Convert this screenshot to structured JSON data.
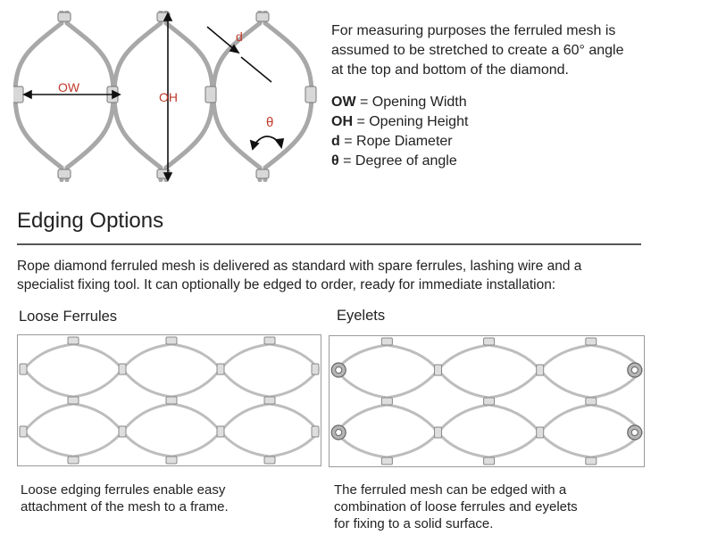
{
  "diagram": {
    "ow_label": "OW",
    "oh_label": "OH",
    "d_label": "d",
    "theta_label": "θ",
    "rope_color": "#9a9a9a",
    "arrow_color": "#111111",
    "label_color": "#c0392b"
  },
  "intro": {
    "lines": [
      "For measuring purposes the ferruled mesh is",
      "assumed to be stretched to create a 60° angle",
      "at the top and bottom of the diamond."
    ]
  },
  "legend": [
    {
      "term": "OW",
      "definition": " = Opening Width"
    },
    {
      "term": "OH",
      "definition": " = Opening Height"
    },
    {
      "term": "d",
      "definition": " = Rope Diameter"
    },
    {
      "term": "θ",
      "definition": " = Degree of angle"
    }
  ],
  "section": {
    "title": "Edging Options",
    "description_lines": [
      "Rope diamond ferruled mesh is delivered as standard with spare ferrules, lashing wire and a",
      "specialist fixing tool. It can optionally be edged to order, ready for immediate installation:"
    ]
  },
  "options": [
    {
      "title": "Loose Ferrules",
      "caption_lines": [
        "Loose edging ferrules enable easy",
        "attachment of the mesh to a frame."
      ],
      "edge_style": "ferrules"
    },
    {
      "title": "Eyelets",
      "caption_lines": [
        "The ferruled mesh can be edged with a",
        "combination of loose ferrules and eyelets",
        "for fixing to a solid surface."
      ],
      "edge_style": "eyelets"
    }
  ]
}
